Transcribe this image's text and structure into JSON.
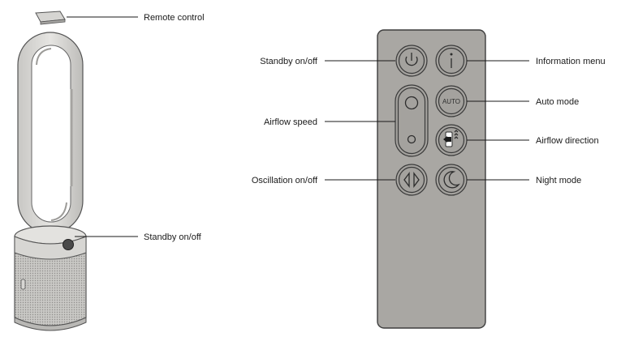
{
  "labels": {
    "remote_control": "Remote control",
    "standby_fan": "Standby on/off",
    "standby_remote": "Standby on/off",
    "airflow_speed": "Airflow speed",
    "oscillation": "Oscillation on/off",
    "information_menu": "Information menu",
    "auto_mode": "Auto mode",
    "airflow_direction": "Airflow direction",
    "night_mode": "Night mode"
  },
  "remote": {
    "auto_button_text": "AUTO"
  },
  "colors": {
    "remote_body": "#a9a7a3",
    "fan_silver": "#d0cfcc",
    "button_face": "#a4a29e"
  }
}
